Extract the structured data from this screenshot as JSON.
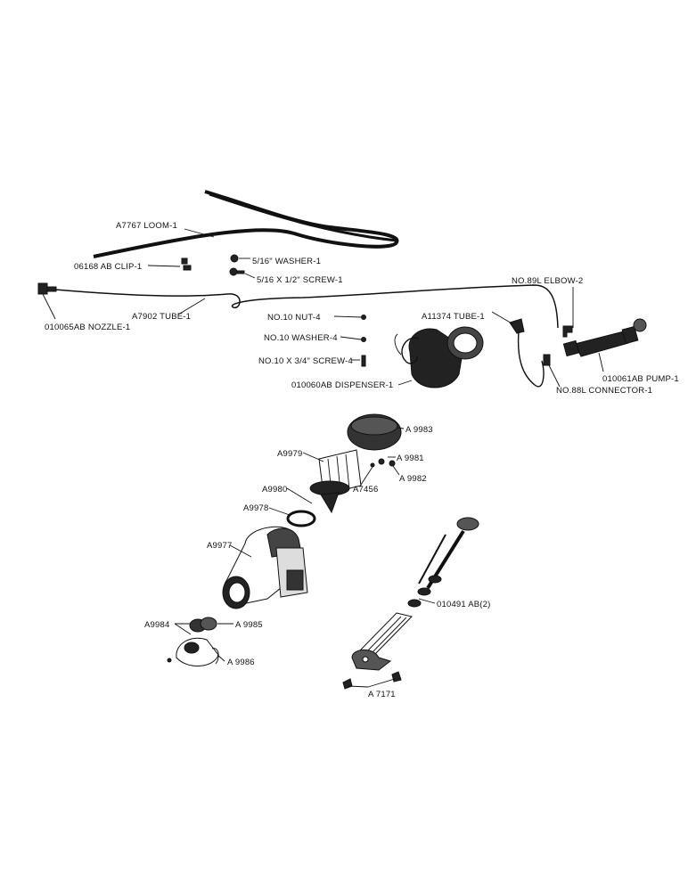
{
  "parts": {
    "loom": "A7767 LOOM-1",
    "clip": "06168 AB CLIP-1",
    "nozzle": "010065AB NOZZLE-1",
    "tube_a7902": "A7902 TUBE-1",
    "washer_516": "5/16\" WASHER-1",
    "screw_516": "5/16 X 1/2\" SCREW-1",
    "nut10": "NO.10 NUT-4",
    "washer10": "NO.10 WASHER-4",
    "screw10": "NO.10 X 3/4\" SCREW-4",
    "dispenser": "010060AB DISPENSER-1",
    "tube_a11374": "A11374 TUBE-1",
    "elbow": "NO.89L ELBOW-2",
    "pump": "010061AB PUMP-1",
    "connector": "NO.88L CONNECTOR-1",
    "a9983": "A 9983",
    "a9979": "A9979",
    "a9981": "A 9981",
    "a9982": "A 9982",
    "a7456": "A7456",
    "a9980": "A9980",
    "a9978": "A9978",
    "a9977": "A9977",
    "a9984": "A9984",
    "a9985": "A 9985",
    "a9986": "A 9986",
    "p010491": "010491 AB(2)",
    "a7171": "A 7171"
  }
}
